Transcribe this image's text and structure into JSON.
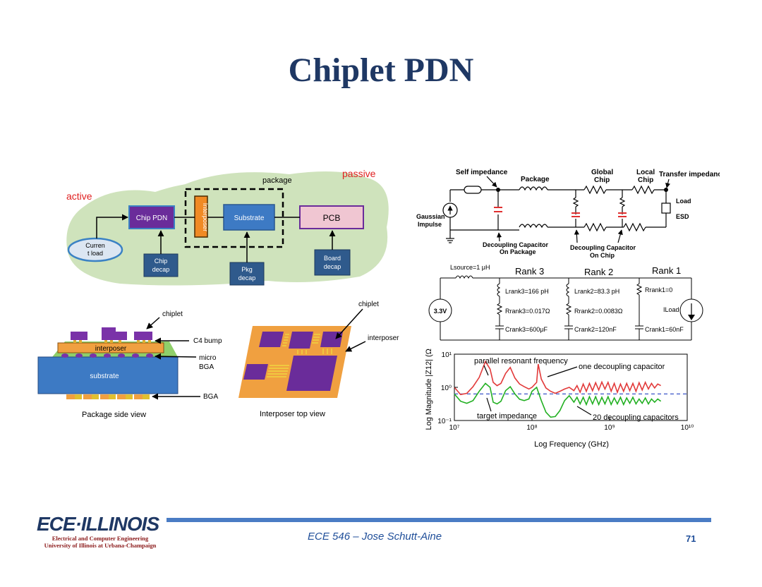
{
  "title": "Chiplet PDN",
  "pdn_diagram": {
    "active": "active",
    "passive": "passive",
    "package": "package",
    "chip_pdn": "Chip PDN",
    "interposer": "Interposer",
    "substrate": "Substrate",
    "pcb": "PCB",
    "current_load_1": "Curren",
    "current_load_2": "t load",
    "chip_decap_1": "Chip",
    "chip_decap_2": "decap",
    "pkg_decap_1": "Pkg",
    "pkg_decap_2": "decap",
    "board_decap_1": "Board",
    "board_decap_2": "decap"
  },
  "side_view": {
    "chiplet": "chiplet",
    "c4_bump": "C4 bump",
    "interposer": "interposer",
    "micro_bga_1": "micro",
    "micro_bga_2": "BGA",
    "substrate": "substrate",
    "bga": "BGA",
    "caption": "Package side view"
  },
  "top_view": {
    "chiplet": "chiplet",
    "interposer": "interposer",
    "caption": "Interposer top view"
  },
  "circuit1": {
    "self_impedance": "Self impedance",
    "package": "Package",
    "global_chip_1": "Global",
    "global_chip_2": "Chip",
    "local_chip_1": "Local",
    "local_chip_2": "Chip",
    "transfer_impedance": "Transfer impedance",
    "load": "Load",
    "esd": "ESD",
    "gaussian_1": "Gaussian",
    "gaussian_2": "Impulse",
    "decap_pkg_1": "Decoupling Capacitor",
    "decap_pkg_2": "On Package",
    "decap_chip_1": "Decoupling Capacitor",
    "decap_chip_2": "On Chip"
  },
  "circuit2": {
    "lsource": "Lsource=1 μH",
    "rank3": "Rank 3",
    "rank2": "Rank 2",
    "rank1": "Rank 1",
    "source": "3.3V",
    "l3": "Lrank3=166 pH",
    "r3": "Rrank3=0.017Ω",
    "c3": "Crank3=600μF",
    "l2": "Lrank2=83.3 pH",
    "r2": "Rrank2=0.0083Ω",
    "c2": "Crank2=120nF",
    "r1": "Rrank1=0",
    "c1": "Crank1=60nF",
    "iload": "ILoad"
  },
  "chart_data": {
    "type": "line",
    "xlabel": "Log Frequency (GHz)",
    "ylabel": "Log Magnitude |Z12| (Ω)",
    "x_ticks": [
      "10⁷",
      "10⁸",
      "10⁹",
      "10¹⁰"
    ],
    "y_ticks": [
      "10¹",
      "10⁰",
      "10⁻¹"
    ],
    "xlim_log10": [
      7,
      10
    ],
    "ylim_log10": [
      -1,
      1
    ],
    "target_impedance_log10": -0.2,
    "annotations": [
      "parallel resonant frequency",
      "one decoupling capacitor",
      "target impedance",
      "20 decoupling capacitors"
    ],
    "series": [
      {
        "name": "one decoupling capacitor",
        "color": "#e23a3a",
        "x_log10": [
          7.0,
          7.08,
          7.16,
          7.24,
          7.32,
          7.4,
          7.46,
          7.5,
          7.55,
          7.6,
          7.66,
          7.72,
          7.78,
          7.84,
          7.9,
          7.96,
          8.0,
          8.06,
          8.08,
          8.12,
          8.18,
          8.24,
          8.3,
          8.36,
          8.42,
          8.48,
          8.54,
          8.58,
          8.62,
          8.66,
          8.7,
          8.74,
          8.78,
          8.82,
          8.86,
          8.9,
          8.94,
          8.98,
          9.02,
          9.06,
          9.1,
          9.14,
          9.18,
          9.22,
          9.26,
          9.3,
          9.34,
          9.38,
          9.42,
          9.46,
          9.5,
          9.54,
          9.58,
          9.62,
          9.66
        ],
        "y_log10": [
          0.0,
          -0.22,
          -0.18,
          0.02,
          0.3,
          0.78,
          0.55,
          0.15,
          0.05,
          0.12,
          0.42,
          0.6,
          0.28,
          0.1,
          0.02,
          -0.05,
          0.0,
          0.15,
          0.7,
          0.25,
          -0.02,
          -0.12,
          -0.18,
          -0.12,
          -0.05,
          0.0,
          -0.1,
          0.05,
          -0.15,
          0.1,
          -0.12,
          0.12,
          -0.1,
          0.14,
          -0.08,
          0.16,
          -0.05,
          0.15,
          -0.12,
          0.12,
          -0.15,
          0.1,
          -0.12,
          0.12,
          -0.1,
          0.12,
          -0.12,
          0.14,
          -0.08,
          0.15,
          -0.05,
          0.12,
          -0.02,
          0.1,
          0.05
        ]
      },
      {
        "name": "20 decoupling capacitors",
        "color": "#22b022",
        "x_log10": [
          7.0,
          7.08,
          7.16,
          7.24,
          7.32,
          7.4,
          7.46,
          7.5,
          7.55,
          7.6,
          7.66,
          7.72,
          7.78,
          7.84,
          7.9,
          7.96,
          8.0,
          8.06,
          8.12,
          8.18,
          8.24,
          8.3,
          8.36,
          8.42,
          8.48,
          8.54,
          8.58,
          8.62,
          8.66,
          8.7,
          8.74,
          8.78,
          8.82,
          8.86,
          8.9,
          8.94,
          8.98,
          9.02,
          9.06,
          9.1,
          9.14,
          9.18,
          9.22,
          9.26,
          9.3,
          9.34,
          9.38,
          9.42,
          9.46,
          9.5,
          9.54,
          9.58,
          9.62,
          9.66
        ],
        "y_log10": [
          -0.2,
          -0.42,
          -0.48,
          -0.4,
          -0.12,
          0.12,
          0.0,
          -0.45,
          -0.5,
          -0.42,
          -0.1,
          0.02,
          -0.2,
          -0.36,
          -0.4,
          -0.35,
          -0.12,
          0.0,
          -0.4,
          -0.75,
          -0.9,
          -0.88,
          -0.7,
          -0.4,
          -0.25,
          -0.45,
          -0.3,
          -0.5,
          -0.3,
          -0.52,
          -0.28,
          -0.5,
          -0.28,
          -0.52,
          -0.3,
          -0.5,
          -0.28,
          -0.52,
          -0.32,
          -0.5,
          -0.3,
          -0.52,
          -0.32,
          -0.48,
          -0.3,
          -0.5,
          -0.35,
          -0.48,
          -0.32,
          -0.5,
          -0.35,
          -0.45,
          -0.35,
          -0.42
        ]
      }
    ]
  },
  "footer": {
    "logo": "ECE·ILLINOIS",
    "logo_sub_1": "Electrical and Computer Engineering",
    "logo_sub_2": "University of Illinois at Urbana-Champaign",
    "course": "ECE 546 – Jose Schutt-Aine",
    "page": "71"
  }
}
